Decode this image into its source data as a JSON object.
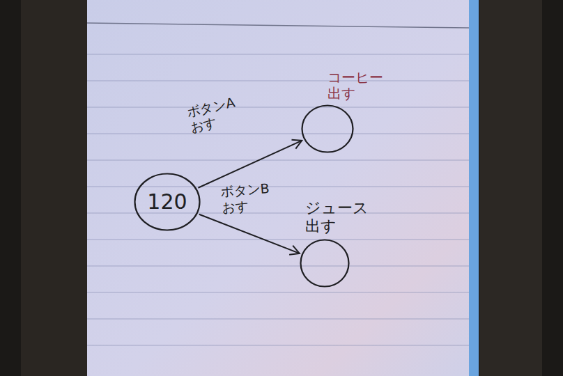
{
  "diagram": {
    "nodes": [
      {
        "text": [
          "120"
        ]
      },
      {
        "text": [
          "コーヒー 出す"
        ]
      },
      {
        "text": [
          "ジュース 出す"
        ]
      }
    ],
    "edges": [
      {
        "from": 0,
        "to": 1,
        "arrow": "to",
        "label": "ボタンA おす"
      },
      {
        "from": 0,
        "to": 2,
        "arrow": "to",
        "label": "ボタンB おす"
      }
    ]
  }
}
